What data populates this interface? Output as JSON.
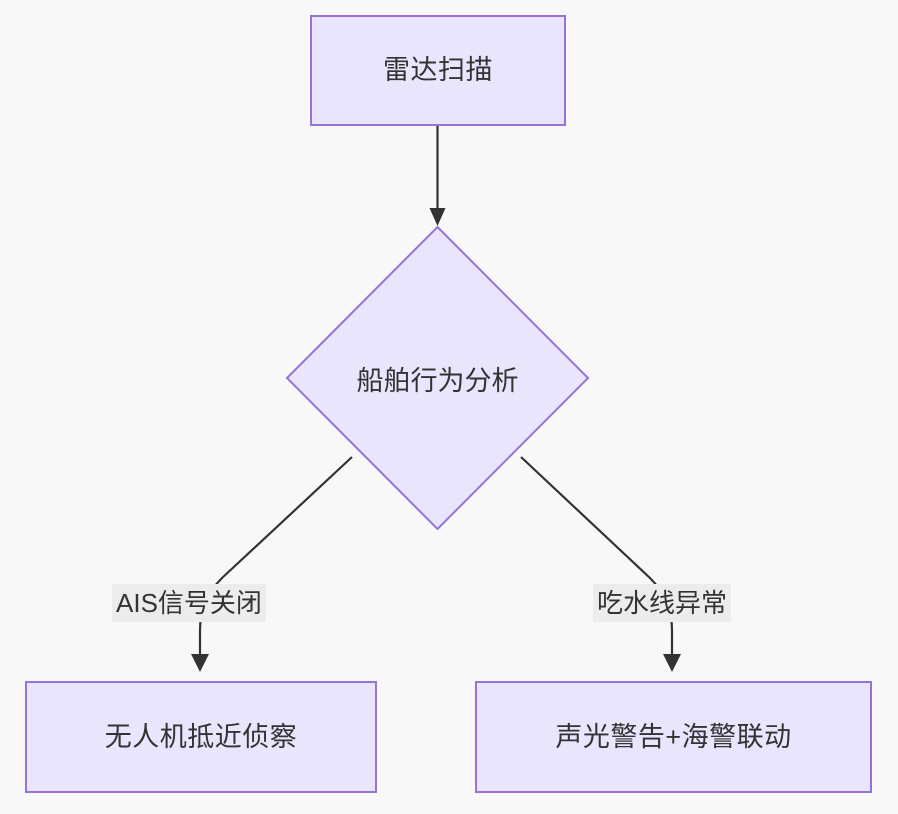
{
  "diagram": {
    "type": "flowchart",
    "direction": "top-down",
    "background_color": "#f8f8f8",
    "node_fill_color": "#e8e5fc",
    "node_border_color": "#9673d8",
    "edge_color": "#333333",
    "edge_label_background": "#ececec",
    "text_color": "#333333",
    "nodes": [
      {
        "id": "radar-scan",
        "label": "雷达扫描",
        "shape": "rectangle"
      },
      {
        "id": "ship-behavior-analysis",
        "label": "船舶行为分析",
        "shape": "diamond"
      },
      {
        "id": "drone-recon",
        "label": "无人机抵近侦察",
        "shape": "rectangle"
      },
      {
        "id": "alarm-coastguard",
        "label": "声光警告+海警联动",
        "shape": "rectangle"
      }
    ],
    "edges": [
      {
        "from": "radar-scan",
        "to": "ship-behavior-analysis",
        "label": ""
      },
      {
        "from": "ship-behavior-analysis",
        "to": "drone-recon",
        "label": "AIS信号关闭"
      },
      {
        "from": "ship-behavior-analysis",
        "to": "alarm-coastguard",
        "label": "吃水线异常"
      }
    ]
  }
}
